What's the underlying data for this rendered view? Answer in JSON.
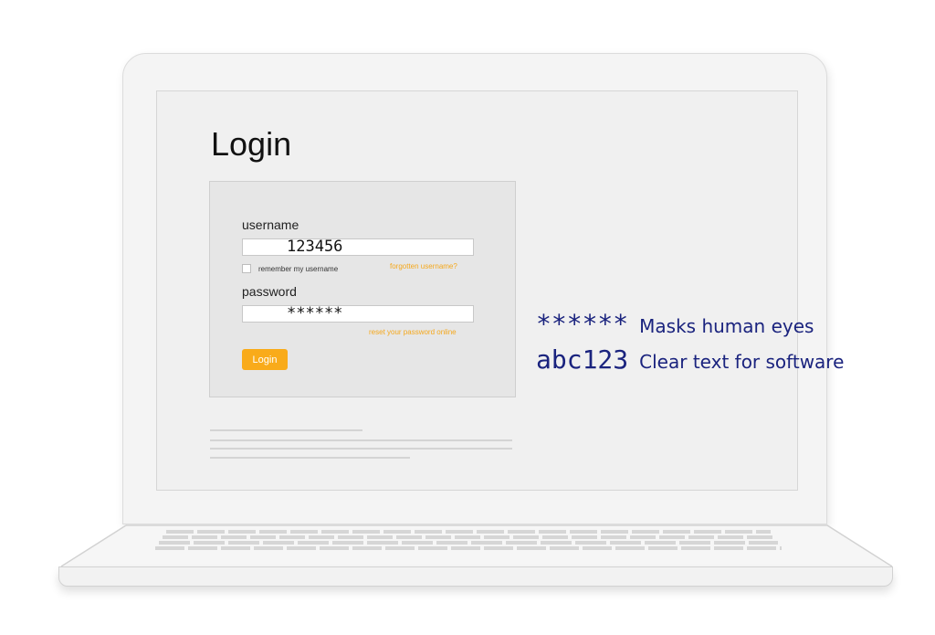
{
  "login": {
    "title": "Login",
    "username_label": "username",
    "username_value": "123456",
    "remember_label": "remember my username",
    "forgot_username_link": "forgotten username?",
    "password_label": "password",
    "password_value": "******",
    "reset_password_link": "reset your password online",
    "login_button": "Login"
  },
  "annotations": {
    "masked_sample": "******",
    "masked_caption": "Masks human eyes",
    "clear_sample": "abc123",
    "clear_caption": "Clear text for software"
  },
  "colors": {
    "accent": "#f9ab1a",
    "annotation_text": "#1a237e"
  },
  "icons": {
    "laptop": "laptop-icon",
    "keyboard": "keyboard-icon"
  }
}
